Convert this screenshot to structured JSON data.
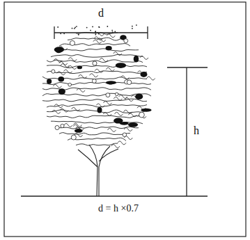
{
  "diagram": {
    "labels": [
      "d",
      "h",
      "d = h ×0.7"
    ]
  }
}
